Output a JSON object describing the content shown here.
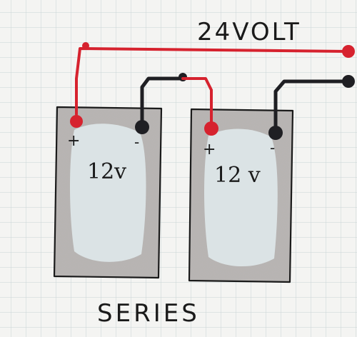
{
  "title": "24VOLT",
  "caption": "SERIES",
  "batteries": [
    {
      "id": "battery-1",
      "voltage_label": "12v",
      "positive_label": "+",
      "negative_label": "-"
    },
    {
      "id": "battery-2",
      "voltage_label": "12 v",
      "positive_label": "+",
      "negative_label": "-"
    }
  ],
  "colors": {
    "paper": "#f4f4f2",
    "grid": "#c9d3d6",
    "positive_wire": "#d6222e",
    "negative_wire": "#1f1f23",
    "battery_fill": "#b9b6b4",
    "battery_highlight": "#dfe8ea",
    "outline": "#1a1a1a"
  }
}
